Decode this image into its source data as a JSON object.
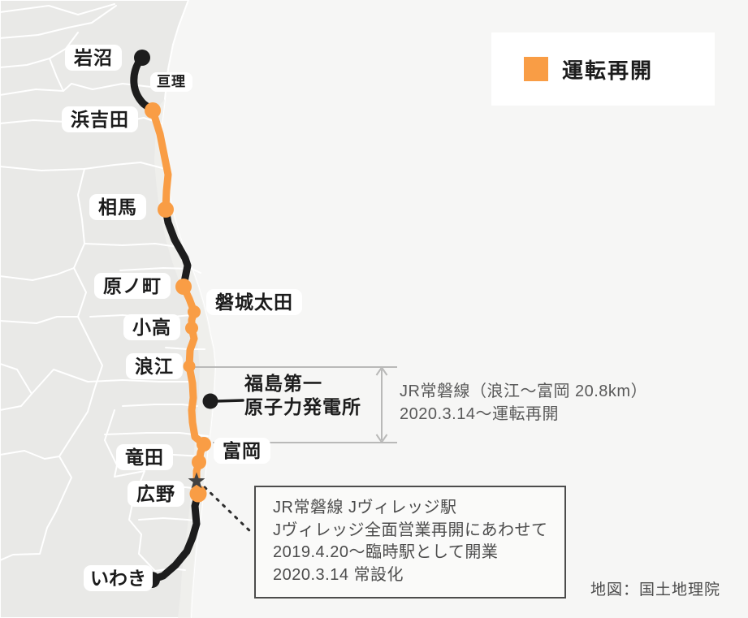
{
  "legend": {
    "label": "運転再開",
    "swatch_color": "#F99D45"
  },
  "stations": [
    {
      "id": "iwanuma",
      "label": "岩沼"
    },
    {
      "id": "watari",
      "label": "亘理"
    },
    {
      "id": "hamayoshida",
      "label": "浜吉田"
    },
    {
      "id": "soma",
      "label": "相馬"
    },
    {
      "id": "haranomachi",
      "label": "原ノ町"
    },
    {
      "id": "iwakiota",
      "label": "磐城太田"
    },
    {
      "id": "odaka",
      "label": "小高"
    },
    {
      "id": "namie",
      "label": "浪江"
    },
    {
      "id": "tomioka",
      "label": "富岡"
    },
    {
      "id": "tatsuta",
      "label": "竜田"
    },
    {
      "id": "hirono",
      "label": "広野"
    },
    {
      "id": "iwaki",
      "label": "いわき"
    }
  ],
  "landmark": {
    "line1": "福島第一",
    "line2": "原子力発電所"
  },
  "section_annotation": {
    "line1": "JR常磐線（浪江～富岡 20.8km）",
    "line2": "2020.3.14～運転再開"
  },
  "jvillage_note": {
    "line1": "JR常磐線 Jヴィレッジ駅",
    "line2": "Jヴィレッジ全面営業再開にあわせて",
    "line3": "2019.4.20～臨時駅として開業",
    "line4": "2020.3.14 常設化"
  },
  "attribution": "地図：国土地理院",
  "colors": {
    "resumed_line": "#F99D45",
    "normal_line": "#1d1d1d",
    "sea": "#f6f6f5",
    "land": "#e9e9e7",
    "bracket": "#b9b9b8",
    "note_text": "#4c4c4c"
  }
}
